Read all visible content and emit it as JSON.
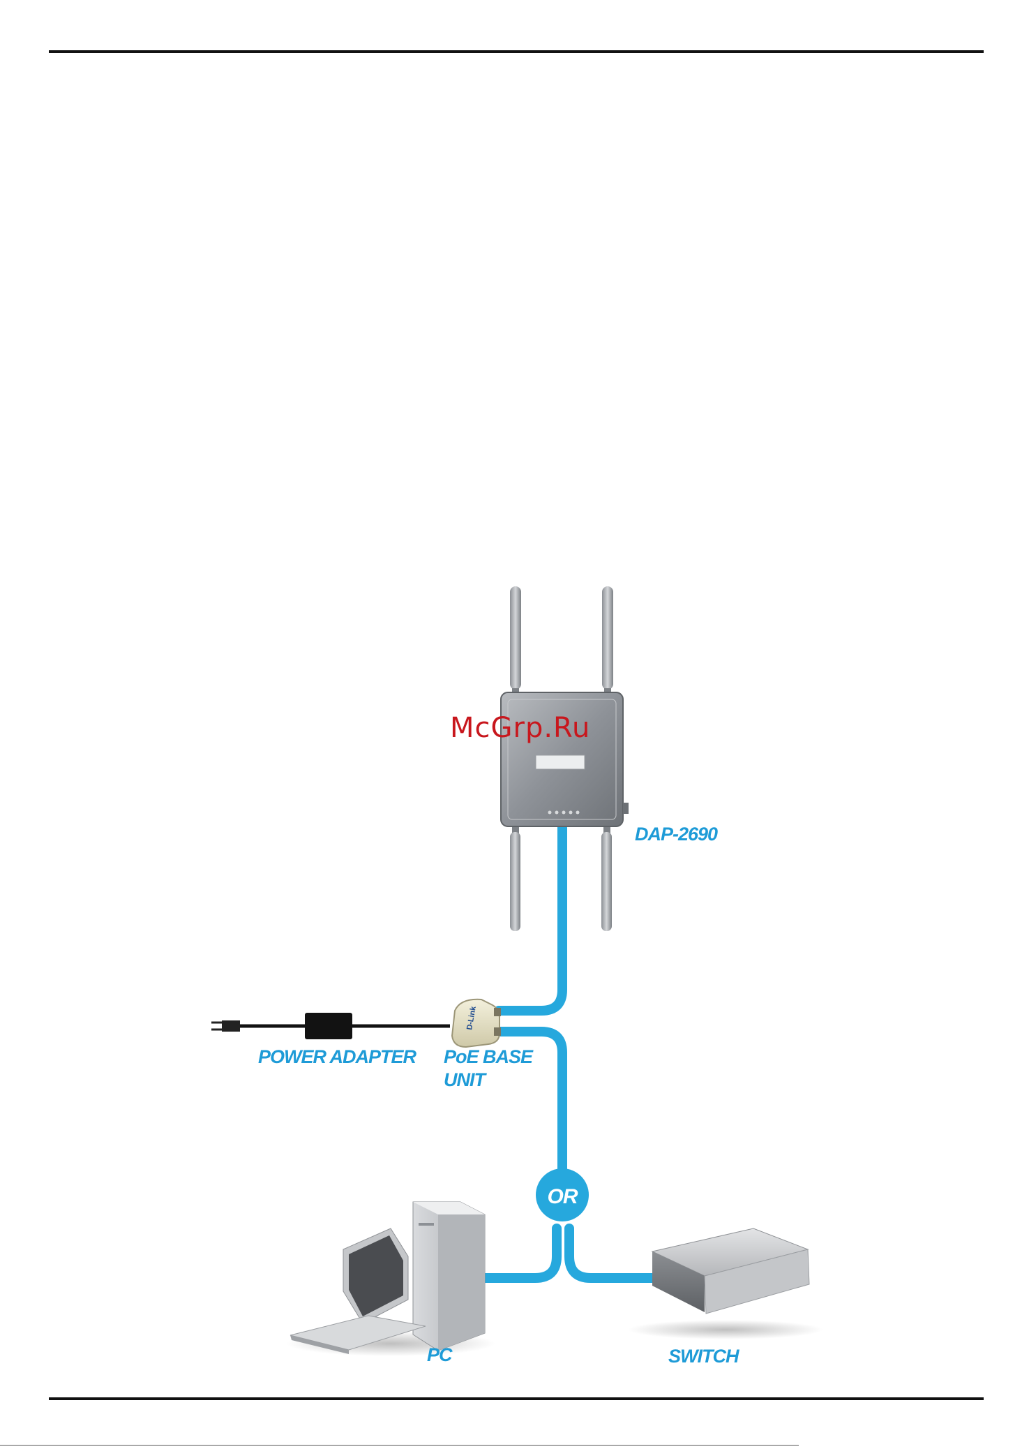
{
  "watermark": "McGrp.Ru",
  "colors": {
    "cable": "#26a8dd",
    "label": "#1e9bd7",
    "rule": "#111111"
  },
  "devices": {
    "access_point": {
      "label": "DAP-2690",
      "icon": "access-point-icon"
    },
    "poe_unit": {
      "label_line1": "PoE BASE",
      "label_line2": "UNIT",
      "icon": "poe-injector-icon",
      "brand": "D-Link"
    },
    "power_adapter": {
      "label": "POWER ADAPTER",
      "icon": "power-adapter-icon"
    },
    "pc": {
      "label": "PC",
      "icon": "desktop-computer-icon"
    },
    "switch": {
      "label": "SWITCH",
      "icon": "network-switch-icon"
    }
  },
  "connector": {
    "label": "OR"
  }
}
